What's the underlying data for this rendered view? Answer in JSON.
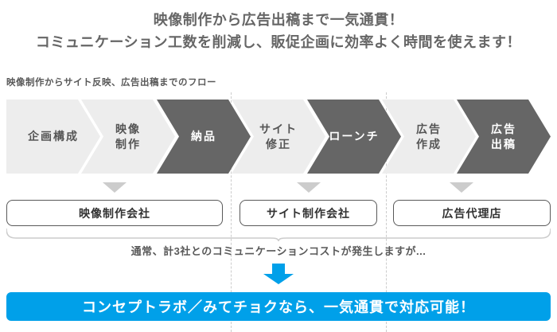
{
  "header": {
    "title_line1": "映像制作から広告出稿まで一気通貫！",
    "title_line2": "コミュニケーション工数を削減し、販促企画に効率よく時間を使えます！"
  },
  "flow": {
    "caption": "映像制作からサイト反映、広告出稿までのフロー",
    "steps": [
      {
        "label": "企画構成",
        "emphasis": false
      },
      {
        "label": "映像\n制作",
        "emphasis": false
      },
      {
        "label": "納品",
        "emphasis": true
      },
      {
        "label": "サイト\n修正",
        "emphasis": false
      },
      {
        "label": "ローンチ",
        "emphasis": true
      },
      {
        "label": "広告\n作成",
        "emphasis": false
      },
      {
        "label": "広告\n出稿",
        "emphasis": true
      }
    ]
  },
  "companies": [
    {
      "name": "映像制作会社"
    },
    {
      "name": "サイト制作会社"
    },
    {
      "name": "広告代理店"
    }
  ],
  "note": "通常、計3社とのコミュニケーションコストが発生しますが...",
  "banner": {
    "label": "コンセプトラボ／みてチョクなら、一気通貫で対応可能！"
  },
  "colors": {
    "accent_blue": "#00a0e9",
    "step_dark": "#666666",
    "step_light": "#ededed",
    "divider_gray": "#cccccc"
  }
}
